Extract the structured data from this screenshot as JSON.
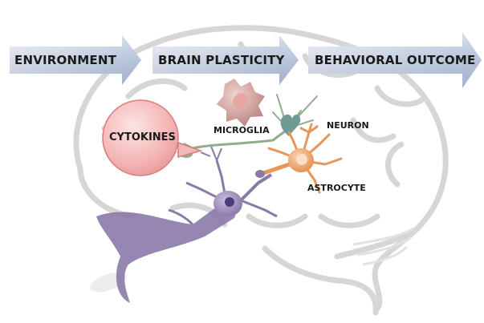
{
  "flow": {
    "environment": "ENVIRONMENT",
    "brain_plasticity": "BRAIN PLASTICITY",
    "behavioral_outcome": "BEHAVIORAL OUTCOME"
  },
  "cells": {
    "cytokines": "CYTOKINES",
    "microglia": "MICROGLIA",
    "neuron": "NEURON",
    "astrocyte": "ASTROCYTE"
  },
  "colors": {
    "arrow_fill": "#b9c6dc",
    "brain_outline": "#dadada",
    "cytokine_fill": "#f3b8b8",
    "cytokine_stroke": "#d97c7c",
    "microglia": "#c98c8c",
    "neuron_green": "#8fae8c",
    "astrocyte": "#e8955a",
    "purple_neuron": "#8a7aa8"
  }
}
